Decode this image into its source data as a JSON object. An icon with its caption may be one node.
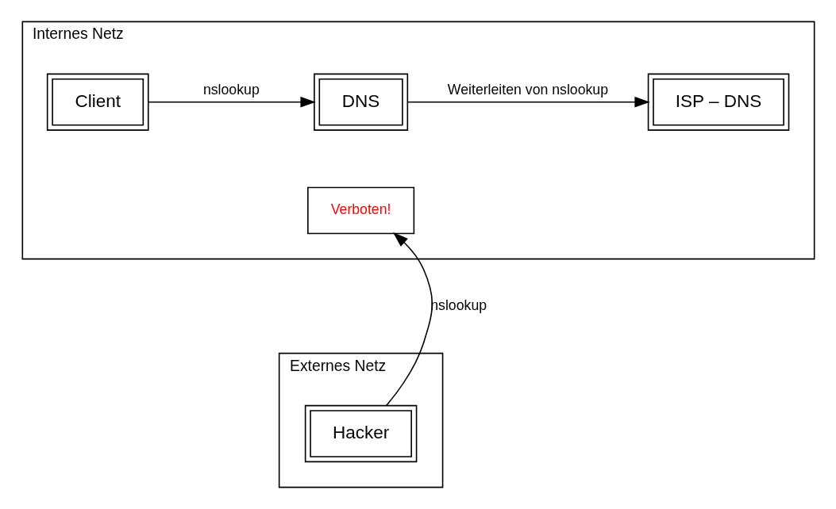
{
  "diagram": {
    "nodes": [
      {
        "text": [
          "Internes Netz"
        ]
      },
      {
        "text": [
          "Client"
        ],
        "in": 0
      },
      {
        "text": [
          "DNS"
        ],
        "in": 0
      },
      {
        "text": [
          "Verboten!"
        ],
        "in": 0
      },
      {
        "text": [
          "ISP – DNS"
        ],
        "in": 0
      },
      {
        "text": [
          "Externes Netz"
        ]
      },
      {
        "text": [
          "Hacker"
        ],
        "in": 5
      }
    ],
    "edges": [
      {
        "from": 1,
        "to": 2,
        "arrow": "to",
        "label": "nslookup"
      },
      {
        "from": 2,
        "to": 4,
        "arrow": "to",
        "label": "Weiterleiten von nslookup"
      },
      {
        "from": 6,
        "to": 3,
        "arrow": "to",
        "label": "nslookup"
      }
    ]
  }
}
